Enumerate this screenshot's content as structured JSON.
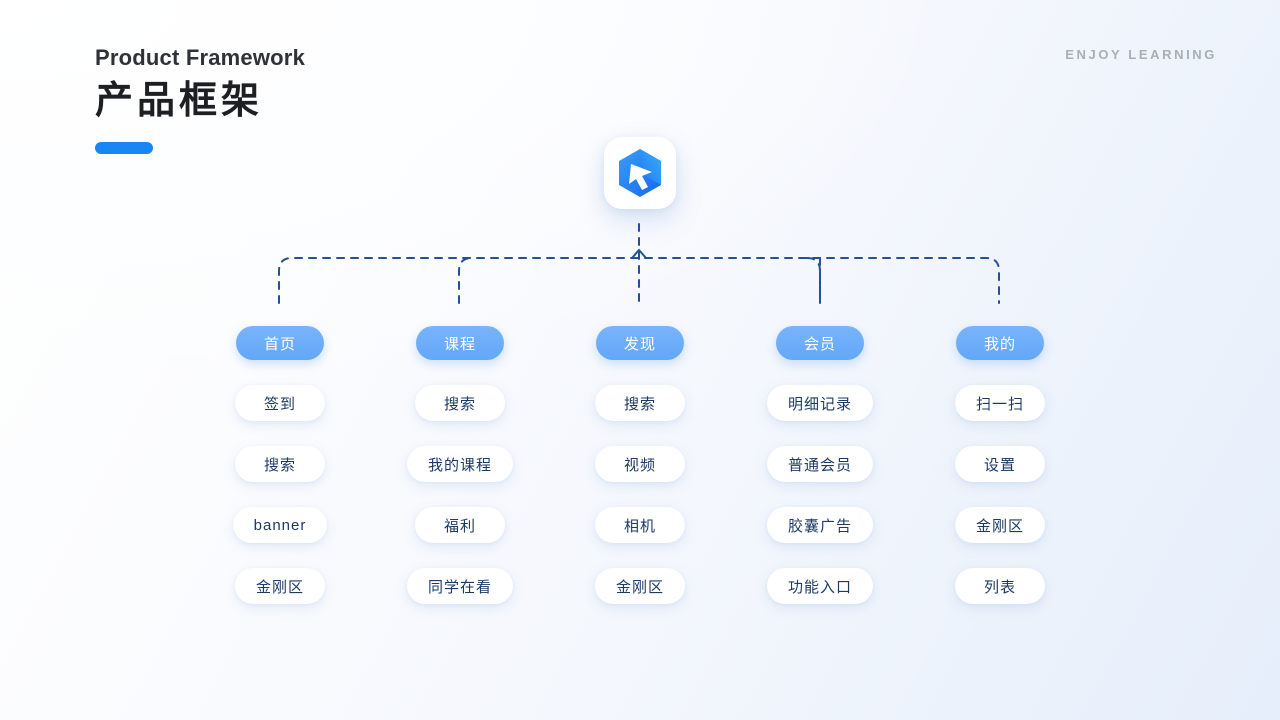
{
  "header": {
    "title_en": "Product Framework",
    "title_cn": "产品框架",
    "tagline": "ENJOY LEARNING",
    "accent_color": "#1a85f5"
  },
  "logo": {
    "icon_name": "hexagon-cursor-logo",
    "colors": {
      "dark": "#1b6ef3",
      "mid": "#2f86f6",
      "light": "#39a7f9"
    }
  },
  "tree": {
    "root_icon": "app-logo",
    "branch_color": "#24509a",
    "columns": [
      {
        "head": "首页",
        "items": [
          "签到",
          "搜索",
          "banner",
          "金刚区"
        ]
      },
      {
        "head": "课程",
        "items": [
          "搜索",
          "我的课程",
          "福利",
          "同学在看"
        ]
      },
      {
        "head": "发现",
        "items": [
          "搜索",
          "视频",
          "相机",
          "金刚区"
        ]
      },
      {
        "head": "会员",
        "items": [
          "明细记录",
          "普通会员",
          "胶囊广告",
          "功能入口"
        ]
      },
      {
        "head": "我的",
        "items": [
          "扫一扫",
          "设置",
          "金刚区",
          "列表"
        ]
      }
    ]
  }
}
